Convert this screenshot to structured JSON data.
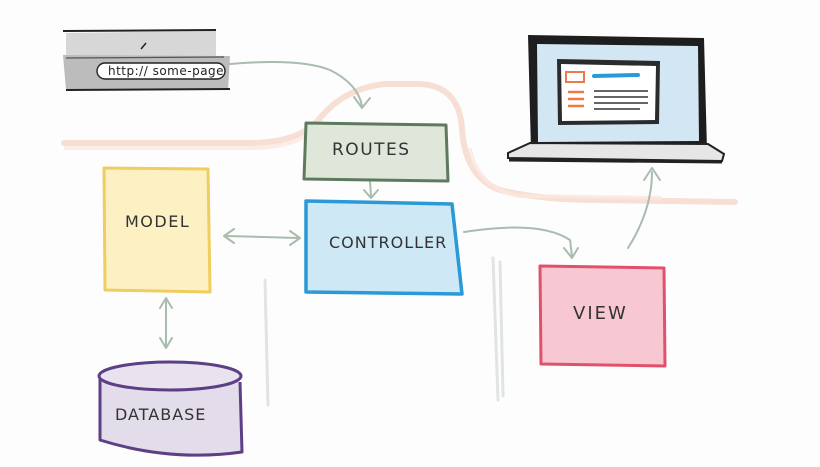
{
  "browser": {
    "url": "http:// some-page"
  },
  "nodes": {
    "routes": "ROUTES",
    "controller": "CONTROLLER",
    "model": "MODEL",
    "view": "VIEW",
    "database": "DATABASE"
  },
  "colors": {
    "routes_fill": "#dfe7da",
    "routes_stroke": "#5e7a5c",
    "controller_fill": "#cfe8f6",
    "controller_stroke": "#2a9ad6",
    "model_fill": "#fdf1c4",
    "model_stroke": "#f0cd5f",
    "view_fill": "#f7c8d2",
    "view_stroke": "#e0516c",
    "database_fill": "#e3dcea",
    "database_stroke": "#5d3f85",
    "arrow": "#a9bcae",
    "flow": "#f5d6c8"
  }
}
